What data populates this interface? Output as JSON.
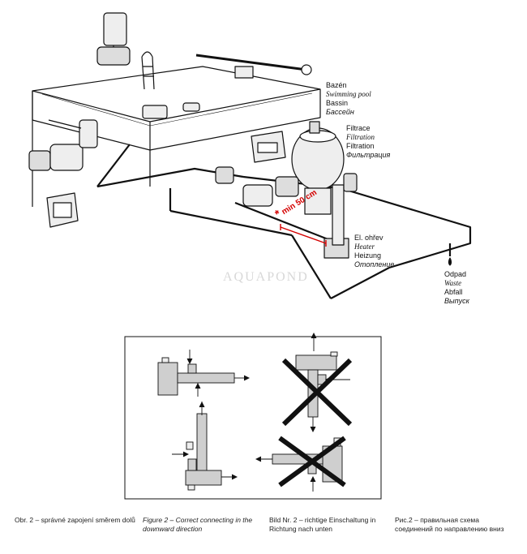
{
  "labels": {
    "pool": [
      "Bazén",
      "Swimming pool",
      "Bassin",
      "Бассейн"
    ],
    "filter": [
      "Filtrace",
      "Filtration",
      "Filtration",
      "Фильтрация"
    ],
    "heater": [
      "El. ohřev",
      "Heater",
      "Heizung",
      "Отопление"
    ],
    "waste": [
      "Odpad",
      "Waste",
      "Abfall",
      "Выпуск"
    ]
  },
  "measure": "min 50 cm",
  "asterisk": "*",
  "watermark": "AQUAPOND",
  "captions": {
    "cz": "Obr. 2 – správné zapojení směrem dolů",
    "en": "Figure 2 – Correct connecting in the downward direction",
    "de": "Bild Nr. 2 – richtige Einschaltung in Richtung nach unten",
    "ru": "Рис.2 – правильная схема соединений по направлению вниз"
  },
  "colors": {
    "line": "#111111",
    "accent": "#d40000",
    "fill": "#d9d9d9"
  }
}
